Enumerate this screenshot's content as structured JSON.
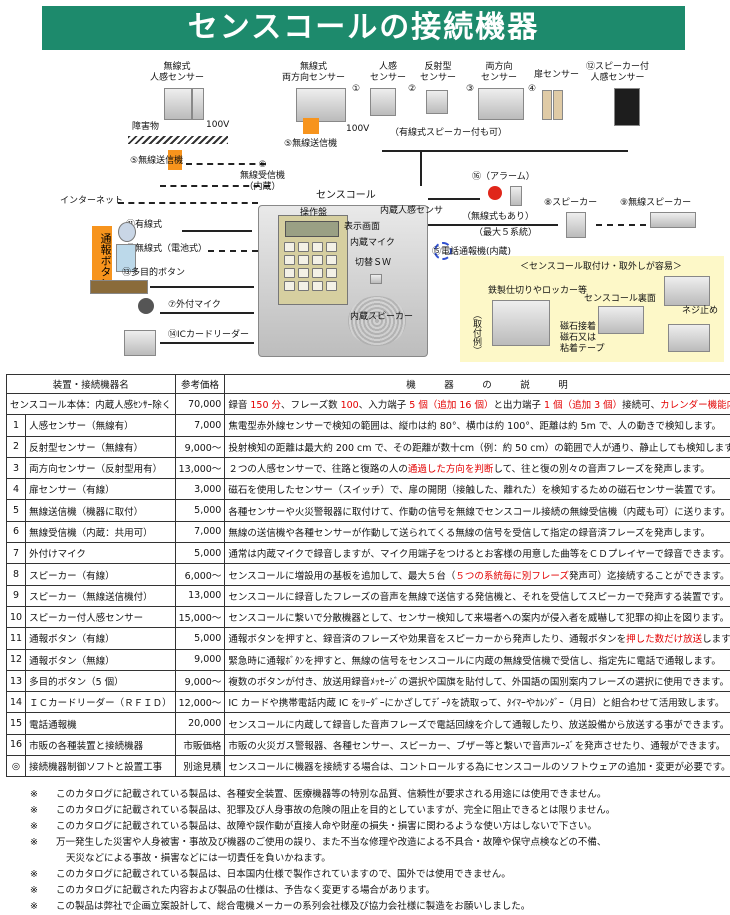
{
  "title": "センスコールの接続機器",
  "diagram": {
    "wireless_motion": "無線式\n人感センサー",
    "wireless_dual": "無線式\n両方向センサー",
    "n1": "①",
    "n1_label": "人感\nセンサー",
    "n2": "②",
    "n2_label": "反射型\nセンサー",
    "n3": "③",
    "n3_label": "両方向\nセンサー",
    "n4": "④",
    "n4_label": "扉センサー",
    "n12": "⑫スピーカー付\n人感センサー",
    "v100a": "100V",
    "v100b": "100V",
    "obstacle": "障害物",
    "tx1": "⑤無線送信機",
    "tx2": "⑤無線送信機",
    "wired_speaker_note": "（有線式スピーカー付も可）",
    "receiver": "⑥\n無線受信機\n（内蔵）",
    "internet": "インターネット",
    "sensecall": "センスコール",
    "motion_builtin": "内蔵人感センサ",
    "alarm": "⑯（アラーム）",
    "speaker8": "⑧スピーカー",
    "wireless_speaker": "⑨無線スピーカー",
    "wireless_ok": "（無線式もあり）",
    "max5": "（最大５系統）",
    "panel": "操作盤",
    "display": "表示画面",
    "mic": "内蔵マイク",
    "switch": "切替ＳＷ",
    "phone": "⑮電話通報機(内蔵)",
    "builtin_speaker": "内蔵スピーカー",
    "call_button": "通報ボタン",
    "b11": "⑪有線式",
    "b12": "⑫無線式（電池式）",
    "b13": "⑬多目的ボタン",
    "b7": "⑦外付マイク",
    "b14": "⑭ICカードリーダー",
    "mount_title": "＜センスコール取付け・取外しが容易＞",
    "mount_example": "（取付例）",
    "iron": "鉄製仕切りやロッカー等",
    "back": "センスコール裏面",
    "screw": "ネジ止め",
    "magnet": "磁石接着\n磁石又は\n粘着テープ"
  },
  "table": {
    "headers": [
      "装置・接続機器名",
      "参考価格",
      "機　　　器　　　の　　　説　　　明"
    ],
    "rows": [
      {
        "no": "",
        "name": "センスコール本体：内蔵人感ｾﾝｻｰ除く",
        "price": "70,000",
        "desc": [
          [
            "録音 ",
            ""
          ],
          [
            "150 分",
            "r"
          ],
          [
            "、フレーズ数 ",
            ""
          ],
          [
            "100",
            "r"
          ],
          [
            "、入力端子 ",
            ""
          ],
          [
            "5 個（追加 16 個）",
            "r"
          ],
          [
            "と出力端子 ",
            ""
          ],
          [
            "1 個（追加 3 個）",
            "r"
          ],
          [
            "接続可、",
            ""
          ],
          [
            "カレンダー機能内蔵",
            "r"
          ]
        ]
      },
      {
        "no": "1",
        "name": "人感センサー（無線有）",
        "price": "7,000",
        "desc": [
          [
            "焦電型赤外線センサーで検知の範囲は、縦巾は約 80°、横巾は約 100°、距離は約 5m で、人の動きで検知します。",
            ""
          ]
        ]
      },
      {
        "no": "2",
        "name": "反射型センサー（無線有）",
        "price": "9,000～",
        "desc": [
          [
            "投射検知の距離は最大約 200 cm で、その距離が数十cm（例：約 50 cm）の範囲で人が通り、静止しても検知します。",
            ""
          ]
        ]
      },
      {
        "no": "3",
        "name": "両方向センサー（反射型用有）",
        "price": "13,000～",
        "desc": [
          [
            "２つの人感センサーで、往路と復路の人の",
            ""
          ],
          [
            "通過した方向を判断",
            "r"
          ],
          [
            "して、往と復の別々の音声フレーズを発声します。",
            ""
          ]
        ]
      },
      {
        "no": "4",
        "name": "扉センサー（有線）",
        "price": "3,000",
        "desc": [
          [
            "磁石を使用したセンサー（スイッチ）で、扉の開閉（接触した、離れた）を検知するための磁石センサー装置です。",
            ""
          ]
        ]
      },
      {
        "no": "5",
        "name": "無線送信機（機器に取付）",
        "price": "5,000",
        "desc": [
          [
            "各種センサーや火災警報器に取付けて、作動の信号を無線でセンスコール接続の無線受信機（内蔵も可）に送ります。",
            ""
          ]
        ]
      },
      {
        "no": "6",
        "name": "無線受信機（内蔵：共用可）",
        "price": "7,000",
        "desc": [
          [
            "無線の送信機や各種センサーが作動して送られてくる無線の信号を受信して指定の録音済フレーズを発声します。",
            ""
          ]
        ]
      },
      {
        "no": "7",
        "name": "外付けマイク",
        "price": "5,000",
        "desc": [
          [
            "通常は内蔵マイクで録音しますが、マイク用端子をつけるとお客様の用意した曲等をＣＤプレイヤーで録音できます。",
            ""
          ]
        ]
      },
      {
        "no": "8",
        "name": "スピーカー（有線）",
        "price": "6,000～",
        "desc": [
          [
            "センスコールに増設用の基板を追加して、最大５台（",
            ""
          ],
          [
            "５つの系統毎に別フレーズ",
            "r"
          ],
          [
            "発声可）迄接続することができます。",
            ""
          ]
        ]
      },
      {
        "no": "9",
        "name": "スピーカー（無線送信機付）",
        "price": "13,000",
        "desc": [
          [
            "センスコールに録音したフレーズの音声を無線で送信する発信機と、それを受信してスピーカーで発声する装置です。",
            ""
          ]
        ]
      },
      {
        "no": "10",
        "name": "スピーカー付人感センサー",
        "price": "15,000～",
        "desc": [
          [
            "センスコールに繋いで分散機器として、センサー検知して来場者への案内が侵入者を威嚇して犯罪の抑止を図ります。",
            ""
          ]
        ]
      },
      {
        "no": "11",
        "name": "通報ボタン（有線）",
        "price": "5,000",
        "desc": [
          [
            "通報ボタンを押すと、録音済のフレーズや効果音をスピーカーから発声したり、通報ボタンを",
            ""
          ],
          [
            "押した数だけ放送",
            "r"
          ],
          [
            "します。",
            ""
          ]
        ]
      },
      {
        "no": "12",
        "name": "通報ボタン（無線）",
        "price": "9,000",
        "desc": [
          [
            "緊急時に通報ﾎﾞﾀﾝを押すと、無線の信号をセンスコールに内蔵の無線受信機で受信し、指定先に電話で通報します。",
            ""
          ]
        ]
      },
      {
        "no": "13",
        "name": "多目的ボタン（5 個）",
        "price": "9,000～",
        "desc": [
          [
            "複数のボタンが付き、放送用録音ﾒｯｾｰｼﾞの選択や国旗を貼付して、外国語の国別案内フレーズの選択に使用できます。",
            ""
          ]
        ]
      },
      {
        "no": "14",
        "name": "ＩＣカードリーダー（ＲＦＩＤ）",
        "price": "12,000～",
        "desc": [
          [
            "IC カードや携帯電話内蔵 IC をﾘｰﾀﾞｰにかざしてﾃﾞｰﾀを読取って、ﾀｲﾏｰやｶﾚﾝﾀﾞｰ（月日）と組合わせて活用致します。",
            ""
          ]
        ]
      },
      {
        "no": "15",
        "name": "電話通報機",
        "price": "20,000",
        "desc": [
          [
            "センスコールに内蔵して録音した音声フレーズで電話回線を介して通報したり、放送設備から放送する事ができます。",
            ""
          ]
        ]
      },
      {
        "no": "16",
        "name": "市販の各種装置と接続機器",
        "price": "市販価格",
        "desc": [
          [
            "市販の火災ガス警報器、各種センサー、スピーカー、ブザー等と繋いで音声ﾌﾚｰｽﾞを発声させたり、通報ができます。",
            ""
          ]
        ]
      },
      {
        "no": "◎",
        "name": "接続機器制御ソフトと設置工事",
        "price": "別途見積",
        "desc": [
          [
            "センスコールに機器を接続する場合は、コントロールする為にセンスコールのソフトウェアの追加・変更が必要です。",
            ""
          ]
        ]
      }
    ]
  },
  "notes": [
    {
      "mark": "※",
      "text": "このカタログに記載されている製品は、各種安全装置、医療機器等の特別な品質、信頼性が要求される用途には使用できません。"
    },
    {
      "mark": "※",
      "text": "このカタログに記載されている製品は、犯罪及び人身事故の危険の阻止を目的としていますが、完全に阻止できるとは限りません。"
    },
    {
      "mark": "※",
      "text": "このカタログに記載されている製品は、故障や誤作動が直接人命や財産の損失・損害に関わるような使い方はしないで下さい。"
    },
    {
      "mark": "※",
      "text": "万一発生した災害や人身被害・事故及び機器のご使用の誤り、また不当な修理や改造による不具合・故障や保守点検などの不備、"
    },
    {
      "mark": "",
      "text": "天災などによる事故・損害などには一切責任を負いかねます。"
    },
    {
      "mark": "※",
      "text": "このカタログに記載されている製品は、日本国内仕様で製作されていますので、国外では使用できません。"
    },
    {
      "mark": "※",
      "text": "このカタログに記載された内容および製品の仕様は、予告なく変更する場合があります。"
    },
    {
      "mark": "※",
      "text": "この製品は弊社で企画立案設計して、総合電機メーカーの系列会社様及び協力会社様に製造をお願いしました。"
    }
  ]
}
